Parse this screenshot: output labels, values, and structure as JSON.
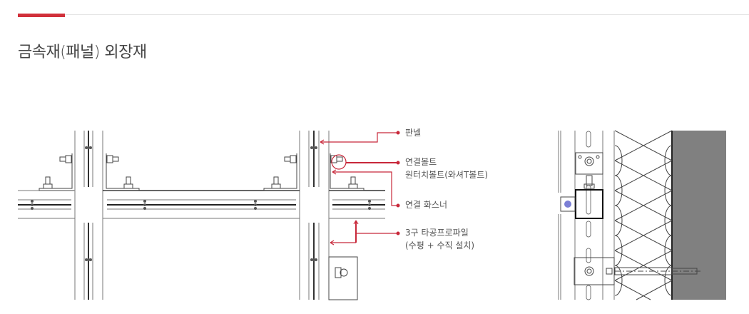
{
  "section_title": "금속재(패널) 외장재",
  "colors": {
    "accent": "#d1303a",
    "wall": "#808080",
    "line": "#555555"
  },
  "labels": {
    "panel": "판넬",
    "bolt_line1": "연결볼트",
    "bolt_line2": "원터치볼트(와셔T볼트)",
    "fastener": "연결 화스너",
    "profile_line1": "3구 타공프로파일",
    "profile_line2": "(수평 + 수직 설치)"
  }
}
